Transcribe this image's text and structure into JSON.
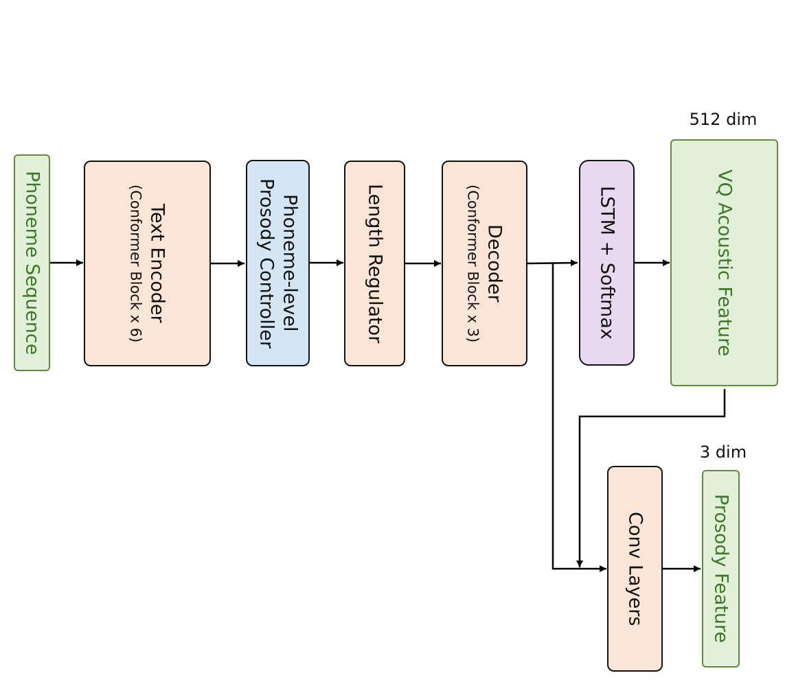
{
  "diagram": {
    "nodes": {
      "phoneme_sequence": {
        "line1": "Phoneme Sequence"
      },
      "text_encoder": {
        "line1": "Text Encoder",
        "line2": "(Conformer Block x 6)"
      },
      "prosody_controller": {
        "line1": "Phoneme-level",
        "line2": "Prosody Controller"
      },
      "length_regulator": {
        "line1": "Length Regulator"
      },
      "decoder": {
        "line1": "Decoder",
        "line2": "(Conformer Block x 3)"
      },
      "lstm_softmax": {
        "line1": "LSTM + Softmax"
      },
      "vq_acoustic_feature": {
        "line1": "VQ  Acoustic Feature"
      },
      "conv_layers": {
        "line1": "Conv Layers"
      },
      "prosody_feature": {
        "line1": "Prosody Feature"
      }
    },
    "labels": {
      "vq_dim": "512 dim",
      "prosody_dim": "3 dim"
    },
    "colors": {
      "peach": "#fbe5d6",
      "blue": "#d4e5f3",
      "purple": "#e8d8f0",
      "green_fill": "#e2efd9",
      "green_text": "#3d7a26",
      "green_border": "#5f8c3b",
      "line": "#000000"
    }
  }
}
